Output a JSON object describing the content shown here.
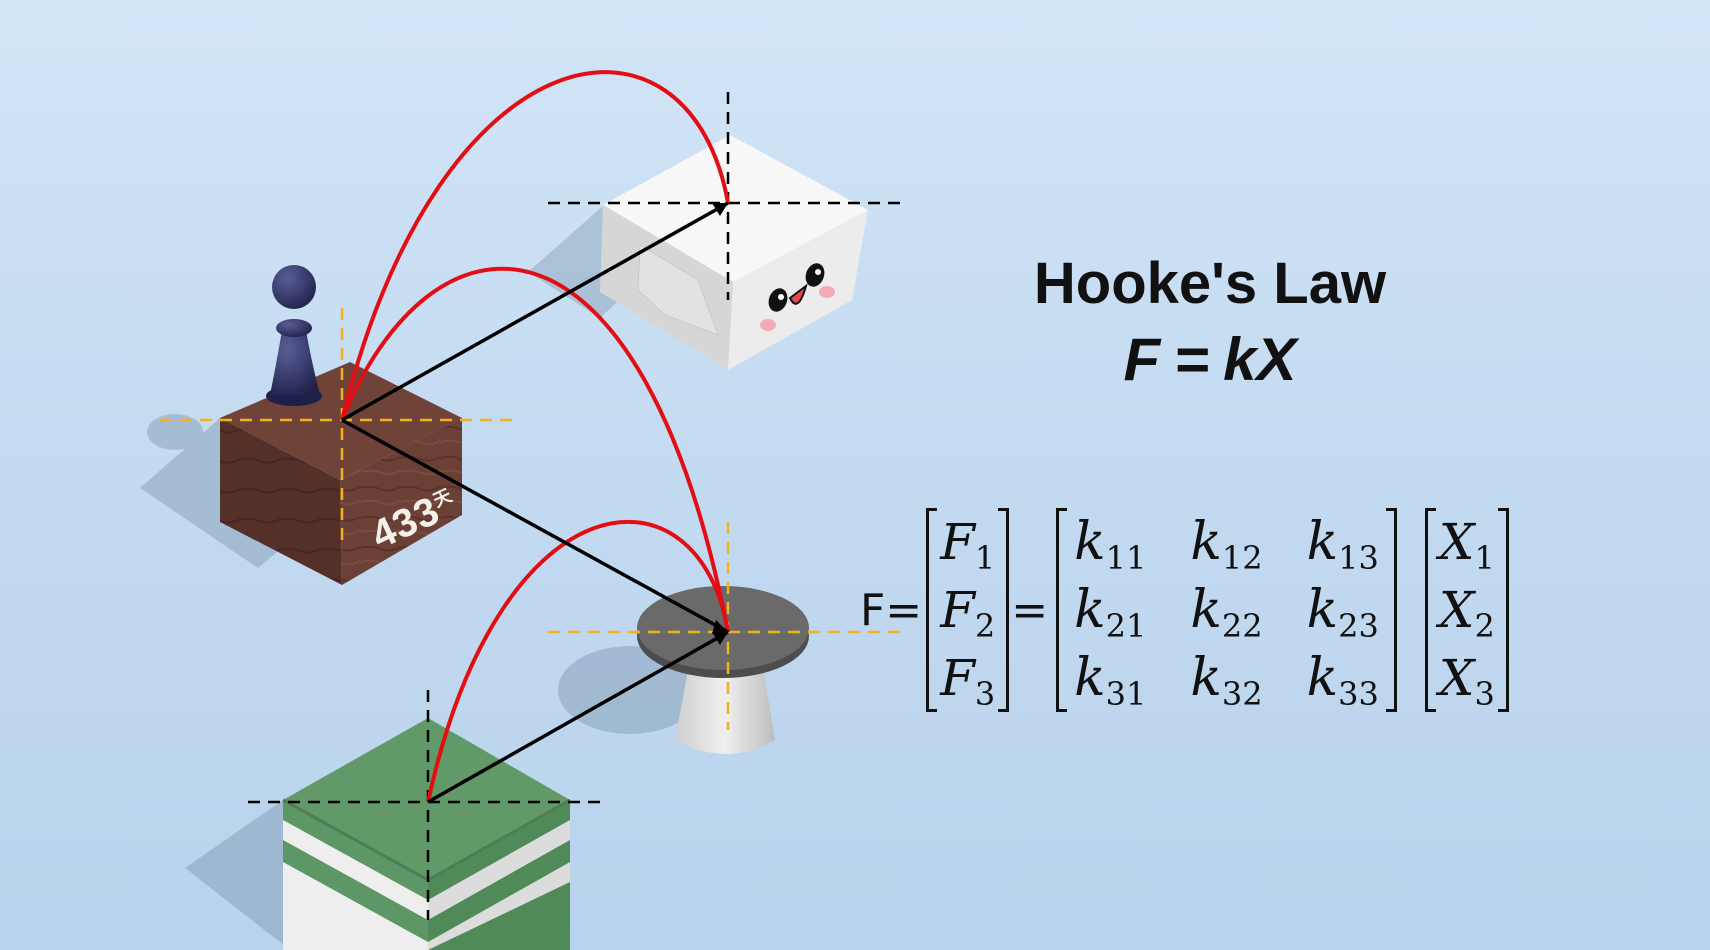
{
  "title": "Hooke's Law",
  "formula": {
    "lhs": "F",
    "eq": "=",
    "rhs": "kX"
  },
  "matrix_equation": {
    "lhs_label": "F=",
    "eq": "=",
    "F_vector": [
      {
        "sym": "F",
        "sub": "1"
      },
      {
        "sym": "F",
        "sub": "2"
      },
      {
        "sym": "F",
        "sub": "3"
      }
    ],
    "K_matrix": [
      {
        "sym": "k",
        "sub": "11"
      },
      {
        "sym": "k",
        "sub": "12"
      },
      {
        "sym": "k",
        "sub": "13"
      },
      {
        "sym": "k",
        "sub": "21"
      },
      {
        "sym": "k",
        "sub": "22"
      },
      {
        "sym": "k",
        "sub": "23"
      },
      {
        "sym": "k",
        "sub": "31"
      },
      {
        "sym": "k",
        "sub": "32"
      },
      {
        "sym": "k",
        "sub": "33"
      }
    ],
    "X_vector": [
      {
        "sym": "X",
        "sub": "1"
      },
      {
        "sym": "X",
        "sub": "2"
      },
      {
        "sym": "X",
        "sub": "3"
      }
    ]
  },
  "brown_box_label": {
    "number": "433",
    "suffix": "天"
  },
  "colors": {
    "trajectory": "#e30d14",
    "vector": "#000000",
    "crosshair_yellow": "#f3b21c",
    "crosshair_black": "#000000",
    "brown_box": "#6b4036",
    "green_box": "#5e9766",
    "white_box": "#f7f7f7",
    "table_top": "#666666",
    "pawn": "#2c2f5e"
  }
}
